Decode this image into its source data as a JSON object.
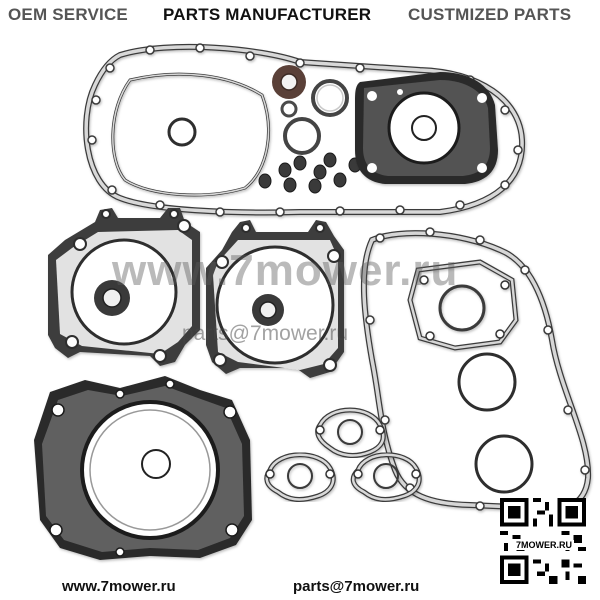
{
  "header": {
    "oem_service": "OEM SERVICE",
    "parts_manufacturer": "PARTS MANUFACTURER",
    "customized_parts": "CUSTMIZED PARTS"
  },
  "watermark": {
    "site": "www.7mower.ru",
    "email": "parts@7mower.ru"
  },
  "qr": {
    "label": "7MOWER.RU"
  },
  "footer": {
    "website": "www.7mower.ru",
    "email": "parts@7mower.ru"
  },
  "colors": {
    "gasket_fill": "#d4d4d4",
    "gasket_stroke": "#3a3a3a",
    "head_gasket": "#2b2b2b",
    "seal": "#5a4038"
  }
}
